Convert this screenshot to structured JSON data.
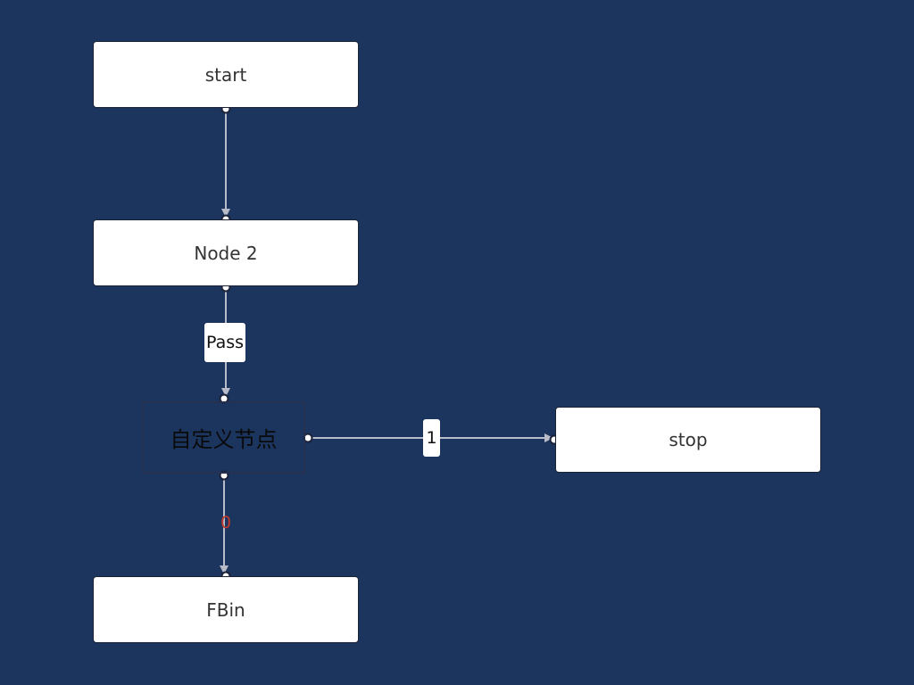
{
  "diagram": {
    "background": "#1c355e",
    "edge_color": "#b7bcc8",
    "nodes": {
      "start": "start",
      "node2": "Node 2",
      "custom": "自定义节点",
      "stop": "stop",
      "fbin": "FBin"
    },
    "edge_labels": {
      "pass": "Pass",
      "one": "1",
      "zero": "0"
    },
    "zero_label_color": "#c0392b"
  }
}
